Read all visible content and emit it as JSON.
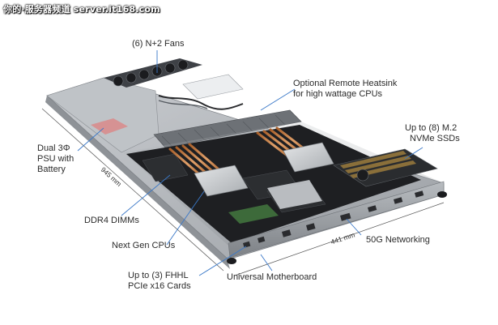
{
  "watermark": "你的·服务器频道 server.it168.com",
  "callouts": {
    "fans": "(6) N+2 Fans",
    "heatsink_line1": "Optional Remote Heatsink",
    "heatsink_line2": "for high wattage CPUs",
    "ssd_line1": "Up to (8) M.2",
    "ssd_line2": "NVMe SSDs",
    "psu_line1": "Dual 3Φ",
    "psu_line2": "PSU with",
    "psu_line3": "Battery",
    "dimms": "DDR4 DIMMs",
    "cpus": "Next Gen CPUs",
    "pcie_line1": "Up to (3) FHHL",
    "pcie_line2": "PCIe x16 Cards",
    "motherboard": "Universal Motherboard",
    "networking": "50G Networking"
  },
  "dimensions": {
    "length": "945 mm",
    "width": "441 mm"
  },
  "colors": {
    "chassis": "#a9adb1",
    "board": "#1e1f22",
    "copper": "#c77d3f",
    "label_text": "#2b2b2b",
    "leader_line": "#3a78c8"
  }
}
